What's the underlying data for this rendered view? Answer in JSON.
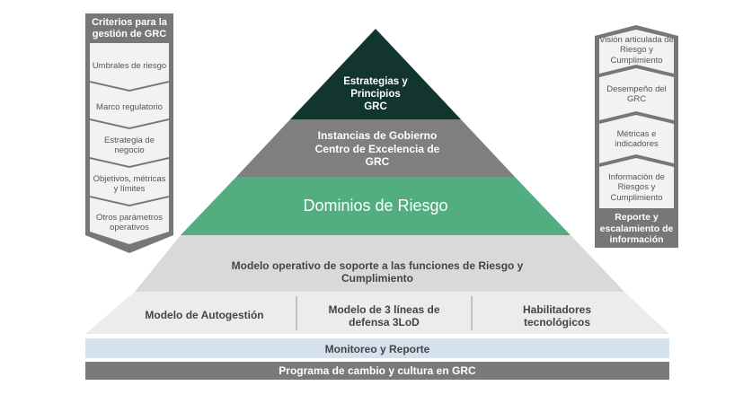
{
  "left_panel": {
    "title": "Criterios para la gestión de GRC",
    "items": [
      "Umbrales de riesgo",
      "Marco regulatorio",
      "Estrategia de negocio",
      "Objetivos, métricas y límites",
      "Otros parámetros operativos"
    ]
  },
  "right_panel": {
    "items": [
      "Visión articulada de Riesgo y Cumplimiento",
      "Desempeño del GRC",
      "Métricas e indicadores",
      "Información de Riesgos y Cumplimiento"
    ],
    "footer": "Reporte y escalamiento de información"
  },
  "pyramid": {
    "level1": "Estrategias y Principios GRC",
    "level2": "Instancias de Gobierno Centro de Excelencia de GRC",
    "level3": "Dominios de Riesgo",
    "level4": "Modelo operativo de soporte a las funciones de Riesgo y Cumplimiento",
    "base": [
      "Modelo de Autogestión",
      "Modelo de 3 líneas de defensa 3LoD",
      "Habilitadores tecnológicos"
    ]
  },
  "bands": {
    "monitoring": "Monitoreo y Reporte",
    "program": "Programa de cambio y cultura en GRC"
  },
  "colors": {
    "dark": "#12352f",
    "gray": "#7a7a7a",
    "green": "#52ad80",
    "light": "#d9d9d9",
    "blue": "#d5e2ee"
  }
}
